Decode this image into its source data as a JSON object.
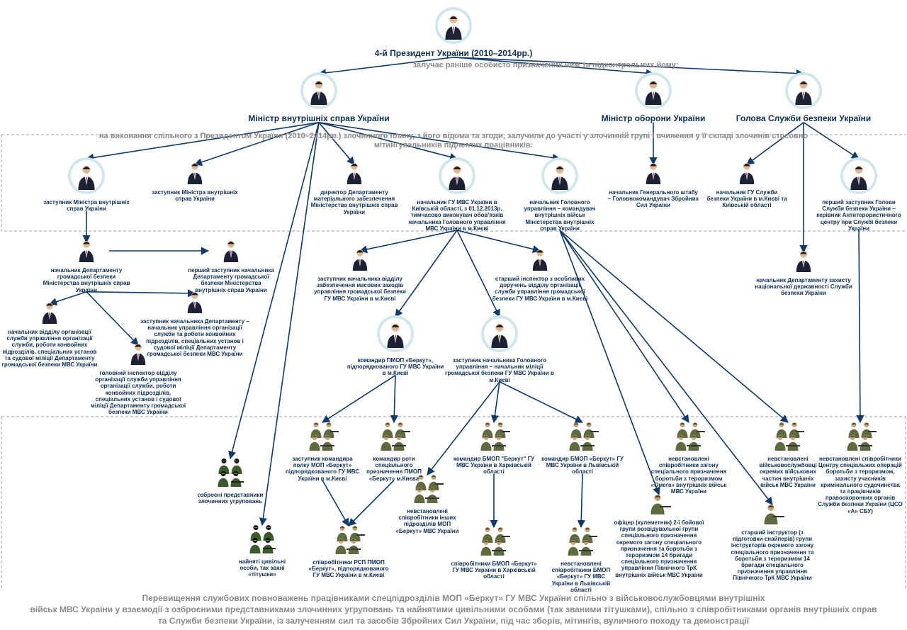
{
  "colors": {
    "text": "#0b2e57",
    "arrow": "#0f3a6b",
    "caption": "#8a8a8a",
    "ring": "#cfe7ec",
    "suit": "#1c2233",
    "camo": "#5f6a3e",
    "mask": "#111111"
  },
  "captions": {
    "president_to_ministers": "залучає раніше особисто призначених ним та підконтрольних йому:",
    "minister_plan": "на виконання спільного з Президентом України (2010–2014рр.) злочинного плану, з його відома та згоди, залучили до участі у злочинній групі і вчинення у її складі злочинів стосовно мітингувальників підлеглих працівників:",
    "bottom_line1": "Перевищення службових повноважень працівниками спецпідрозділів МОП «Беркут» ГУ МВС України спільно з військовослужбовцями внутрішніх",
    "bottom_line2": "військ МВС України у взаємодії з озброєними представниками злочинних угруповань та найнятими цивільними особами (так званими тітушками), спільно з співробітниками органів внутрішніх справ",
    "bottom_line3": "та Служби безпеки України, із залученням сил та засобів Збройних Сил України, під час зборів, мітингів, вуличного походу та демонстрації"
  },
  "nodes": {
    "president": {
      "label": "4-й Президент України (2010–2014рр.)",
      "icon": "official-portrait-icon"
    },
    "interior_minister": {
      "label": "Міністр внутрішніх справ України",
      "icon": "official-portrait-icon"
    },
    "defense_minister": {
      "label": "Міністр оборони України",
      "icon": "official-portrait-icon"
    },
    "sbu_head": {
      "label": "Голова Служби безпеки України",
      "icon": "official-portrait-icon"
    },
    "deputy_minister_1": {
      "label": "заступник Міністра внутрішніх справ України",
      "icon": "official-portrait-icon"
    },
    "deputy_minister_2": {
      "label": "заступник Міністра внутрішніх справ України",
      "icon": "official-icon"
    },
    "director_material": {
      "label": "директор Департаменту матеріального забезпечення Міністерства внутрішніх справ України",
      "icon": "official-icon"
    },
    "kyiv_gumvs_head": {
      "label": "начальник ГУ МВС України в Київській області, з 01.12.2013р. тимчасово виконувач обов'язків начальника Головного управління МВС України в м.Києві",
      "icon": "official-portrait-icon"
    },
    "internal_troops_head": {
      "label": "начальник Головного управління – командувач внутрішніх військ Міністерства внутрішніх справ України",
      "icon": "official-portrait-icon"
    },
    "general_staff_head": {
      "label": "начальник Генерального штабу – Головнокомандувач Збройних Сил України",
      "icon": "official-icon"
    },
    "sbu_kyiv_head": {
      "label": "начальник ГУ Служби безпеки України в м.Києві та Київській області",
      "icon": "official-icon"
    },
    "sbu_first_deputy": {
      "label": "перший заступник Голови Служби безпеки України – керівник Антитерористичного центру при Службі безпеки України",
      "icon": "official-portrait-icon"
    },
    "public_security_head": {
      "label": "начальник Департаменту громадської безпеки Міністерства внутрішніх справ України",
      "icon": "official-icon"
    },
    "public_security_first_deputy": {
      "label": "перший заступник начальника Департаменту громадської безпеки Міністерства внутрішніх справ України",
      "icon": "official-icon"
    },
    "public_security_deputy": {
      "label": "заступник начальника Департаменту – начальник управління організації служби та роботи конвойних підрозділів, спеціальних установ і судової міліції Департаменту громадської безпеки МВС України",
      "icon": "official-icon"
    },
    "service_org_dept_head": {
      "label": "начальник відділу організації служби управління організації служби, роботи конвойних підрозділів, спеціальних установ та судової міліції Департаменту громадської безпеки МВС України",
      "icon": "official-icon"
    },
    "chief_inspector": {
      "label": "головний інспектор відділу організації служби управління організації служби, роботи конвойних підрозділів, спеціальних установ і судової міліції Департаменту громадської безпеки МВС України",
      "icon": "official-icon"
    },
    "mass_events_deputy": {
      "label": "заступник начальника відділу забезпечення масових заходів управління громадської безпеки ГУ МВС України в м.Києві",
      "icon": "official-icon"
    },
    "senior_inspector": {
      "label": "старший інспектор з особливих доручень відділу організації служби управління громадської безпеки ГУ МВС України в м.Києві",
      "icon": "official-icon"
    },
    "berkut_pmop_commander": {
      "label": "командир ПМОП «Беркут», підпорядкованого ГУ МВС України в м.Києві",
      "icon": "official-portrait-icon"
    },
    "militia_head_deputy": {
      "label": "заступник начальника Головного управління – начальник міліції громадської безпеки ГУ МВС України в м.Києві",
      "icon": "official-portrait-icon"
    },
    "sbu_state_security_head": {
      "label": "начальник Департаменту захисту національної державності Служби безпеки України",
      "icon": "official-icon"
    },
    "armed_gangs": {
      "label": "озброєні представники злочинних угруповань",
      "icon": "masked-group-icon"
    },
    "titushki": {
      "label": "найняті цивільні особи, так звані «тітушки»",
      "icon": "masked-group-icon"
    },
    "berkut_regiment_deputy": {
      "label": "заступник командира полку МОП «Беркут» підпорядкованого ГУ МВС України в м.Києві",
      "icon": "soldier-group-icon"
    },
    "berkut_company_commander": {
      "label": "командир роти спеціального призначення ПМОП «Беркут» м.Києва",
      "icon": "soldier-group-icon"
    },
    "rsp_staff": {
      "label": "співробітники РСП ПМОП «Беркут», підпорядкованого ГУ МВС України в м.Києві",
      "icon": "soldier-group-icon"
    },
    "other_units_staff": {
      "label": "невстановлені співробітники інших підрозділів МОП «Беркут» МВС України",
      "icon": "soldier-group-icon"
    },
    "kharkiv_commander": {
      "label": "командир БМОП \"Беркут\" ГУ МВС України в Харківській області",
      "icon": "soldier-group-icon"
    },
    "kharkiv_staff": {
      "label": "співробітники БМОП «Беркут» ГУ МВС України в Харківській області",
      "icon": "soldier-group-icon"
    },
    "lviv_commander": {
      "label": "командир БМОП «Беркут» ГУ МВС України в Львівській області",
      "icon": "soldier-group-icon"
    },
    "lviv_staff": {
      "label": "невстановлені співробітники БМОП «Беркут» ГУ МВС України в Львівській області",
      "icon": "soldier-group-icon"
    },
    "omega_staff": {
      "label": "невстановлені співробітники загону спеціального призначення боротьби з тероризмом «Омега» внутрішніх військ МВС України",
      "icon": "soldier-group-icon"
    },
    "gunner_officer": {
      "label": "офіцер (кулеметник) 2-ї бойової групи розвідувальної групи спеціального призначення окремого загону спеціального призначення та боротьби з тероризмом 14 бригади спеціального призначення управління Північного ТрК внутрішніх військ МВС України",
      "icon": "soldier-icon"
    },
    "senior_instructor": {
      "label": "старший інструктор (з підготовки снайперів) групи інструкторів окремого загону спеціального призначення та боротьби з тероризмом 14 бригади спеціального призначення управління Північного ТрК МВС України",
      "icon": "soldier-icon"
    },
    "internal_troops_soldiers": {
      "label": "невстановлені військовослужбовці окремих військових частин внутрішніх військ МВС України",
      "icon": "soldier-group-icon"
    },
    "sbu_csso_staff": {
      "label": "невстановлені співробітники Центру спеціальних операцій боротьби з тероризмом, захисту учасників кримінального судочинства та працівників правоохоронних органів Служби безпеки України (ЦСО «А» СБУ)",
      "icon": "soldier-group-icon"
    }
  }
}
